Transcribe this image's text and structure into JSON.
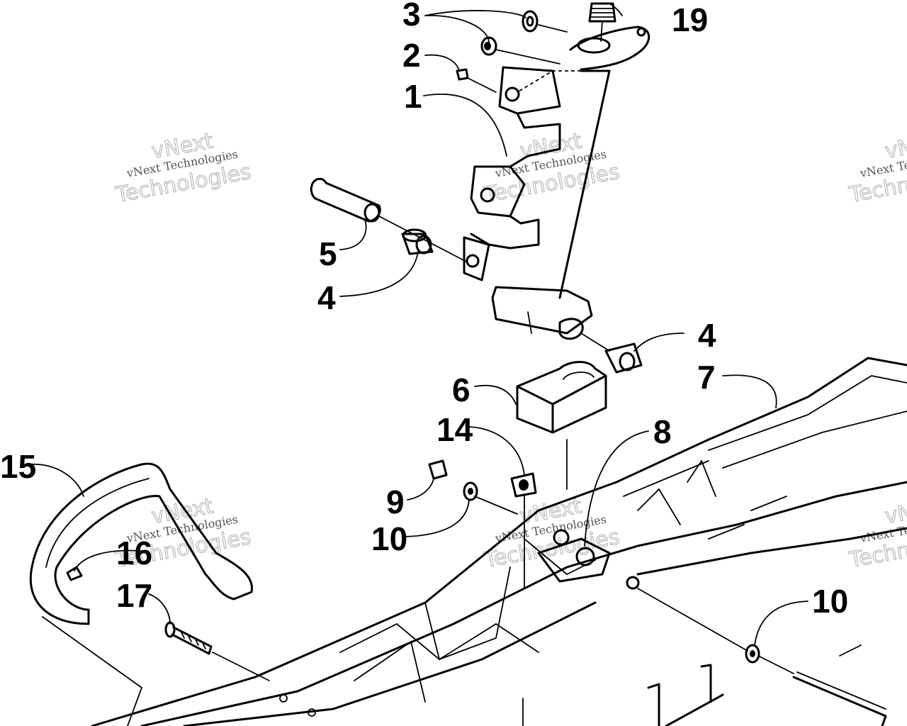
{
  "watermark": {
    "line1": "vNext Technologies",
    "line2": "Technologies",
    "line3": "vNext"
  },
  "callouts": [
    {
      "id": "3",
      "label": "3"
    },
    {
      "id": "19",
      "label": "19"
    },
    {
      "id": "2",
      "label": "2"
    },
    {
      "id": "1",
      "label": "1"
    },
    {
      "id": "5",
      "label": "5"
    },
    {
      "id": "4a",
      "label": "4"
    },
    {
      "id": "4b",
      "label": "4"
    },
    {
      "id": "7",
      "label": "7"
    },
    {
      "id": "6",
      "label": "6"
    },
    {
      "id": "14",
      "label": "14"
    },
    {
      "id": "8",
      "label": "8"
    },
    {
      "id": "15",
      "label": "15"
    },
    {
      "id": "9",
      "label": "9"
    },
    {
      "id": "10a",
      "label": "10"
    },
    {
      "id": "16",
      "label": "16"
    },
    {
      "id": "17",
      "label": "17"
    },
    {
      "id": "10b",
      "label": "10"
    }
  ]
}
